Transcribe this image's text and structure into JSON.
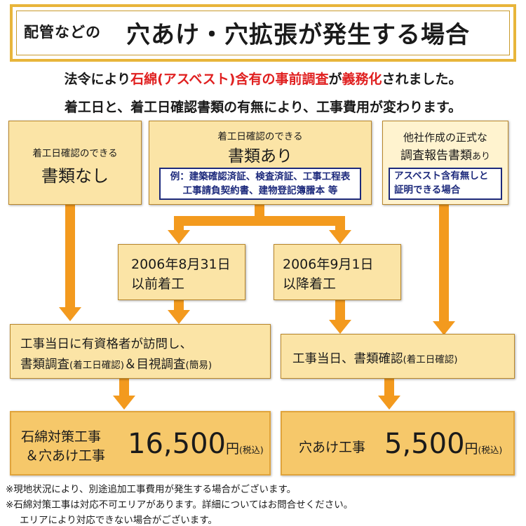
{
  "header": {
    "title_small": "配管などの",
    "title_big": "穴あけ・穴拡張が発生する場合"
  },
  "intro": {
    "line1_pre": "法令により",
    "line1_red1": "石綿(アスベスト)含有の事前調査",
    "line1_mid": "が",
    "line1_red2": "義務化",
    "line1_post": "されました。",
    "line2": "着工日と、着工日確認書類の有無により、工事費用が変わります。"
  },
  "no_docs": {
    "small": "着工日確認のできる",
    "big": "書類なし"
  },
  "has_docs": {
    "small": "着工日確認のできる",
    "big": "書類あり",
    "examples_line1": "例：建築確認済証、検査済証、工事工程表",
    "examples_line2": "工事請負契約書、建物登記簿謄本 等"
  },
  "other_report": {
    "line1": "他社作成の正式な",
    "line2_big": "調査報告書類",
    "line2_small": "あり",
    "sub_line1": "アスベスト含有無しと",
    "sub_line2": "証明できる場合"
  },
  "before_date": {
    "line1": "2006年8月31日",
    "line2": "以前着工"
  },
  "after_date": {
    "line1": "2006年9月1日",
    "line2": "以降着工"
  },
  "survey_left": {
    "line1": "工事当日に有資格者が訪問し、",
    "line2_a": "書類調査",
    "line2_b": "(着工日確認)",
    "line2_c": "＆目視調査",
    "line2_d": "(簡易)"
  },
  "survey_right": {
    "text_a": "工事当日、書類確認",
    "text_b": "(着工日確認)"
  },
  "price_left": {
    "label_line1": "石綿対策工事",
    "label_line2": "＆穴あけ工事",
    "amount": "16,500",
    "yen": "円",
    "tax": "(税込)"
  },
  "price_right": {
    "label": "穴あけ工事",
    "amount": "5,500",
    "yen": "円",
    "tax": "(税込)"
  },
  "notes": {
    "n1": "※現地状況により、別途追加工事費用が発生する場合がございます。",
    "n2": "※石綿対策工事は対応不可エリアがあります。詳細についてはお問合せください。",
    "n3": "エリアにより対応できない場合がございます。"
  },
  "colors": {
    "accent_red": "#e02020",
    "arrow_orange": "#f39a1e",
    "box_fill": "#fbe4a6",
    "navy": "#1d2a7c",
    "frame_gold": "#e8b53b"
  }
}
